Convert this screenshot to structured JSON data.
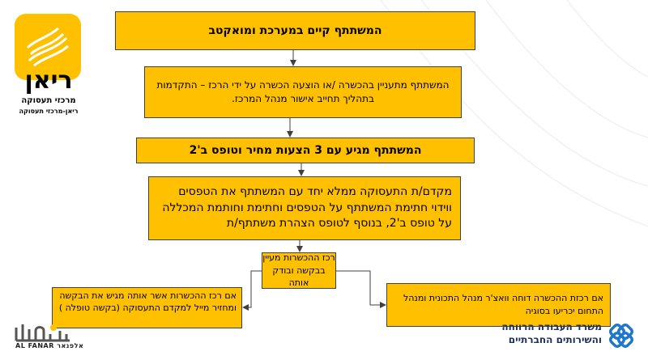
{
  "flowchart": {
    "steps": [
      "המשתתף קיים במערכת ומואקטב",
      "המשתתף מתעניין בהכשרה /או הוצעה הכשרה על ידי הרכז – התקדמות בתהליך תחייב אישור מנהל המרכז.",
      "המשתתף מגיע עם 3 הצעות מחיר וטופס ב'2",
      "מקדם/ת התעסוקה ממלא יחד עם המשתתף את הטפסים ווידוי חתימת המשתתף על הטפסים וחתימת וחותמת המכללה על טופס ב'2, בנוסף לטופס הצהרת משתתף/ת",
      "רכז ההכשרות מעיין בבקשה ובודק אותה"
    ],
    "branch_left": "אם רכז ההכשרות  אשר אותה מגיש את הבקשה ומחזיר מייל למקדם התעסוקה (בקשה טופלה )",
    "branch_right": "אם רכזת ההכשרה דוחה וואצ'ר מנהל התכונית ומנהל התחום יכריעו בסוגיה"
  },
  "logos": {
    "riyan": {
      "name": "ריאן",
      "line1": "מרכזי תעסוקה",
      "line2": "ריאן-מרכזי תעסוקה"
    },
    "alfanar": {
      "latin": "AL FANAR",
      "hebrew": "אלפנאר"
    },
    "ministry": {
      "line1": "משרד העבודה הרווחה",
      "line2": "והשירותים החברתיים"
    }
  }
}
